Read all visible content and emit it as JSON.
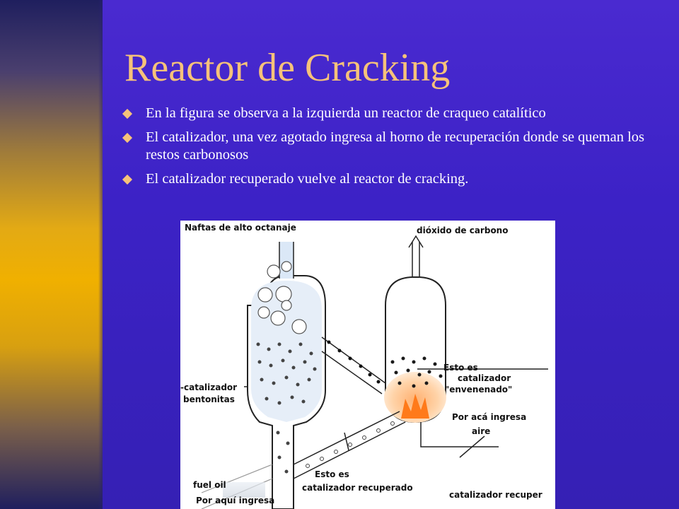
{
  "slide": {
    "title": "Reactor de Cracking",
    "bullets": [
      "En la figura se observa a la izquierda un reactor de craqueo catalítico",
      "El catalizador, una vez agotado ingresa al horno de recuperación donde se queman los restos carbonosos",
      "El catalizador recuperado vuelve al reactor de cracking."
    ]
  },
  "figure": {
    "labels": {
      "naftas": "Naftas de alto octanaje",
      "dioxido": "dióxido de carbono",
      "catalizador": "-catalizador",
      "bentonitas": "bentonitas",
      "esto_es_1": "Esto es",
      "catalizador_2": "catalizador",
      "envenenado": "\"envenenado\"",
      "por_aca": "Por acá ingresa",
      "aire": "aire",
      "esto_es_2": "Esto es",
      "cat_recuperado": "catalizador recuperado",
      "fuel_oil": "fuel oil",
      "por_aqui": "Por aquí ingresa",
      "cat_recuper": "catalizador recuper"
    }
  },
  "colors": {
    "title": "#f6c27a",
    "bullet": "#f6c27a",
    "background": "#3a21c4",
    "side_band": "#f0b000"
  }
}
